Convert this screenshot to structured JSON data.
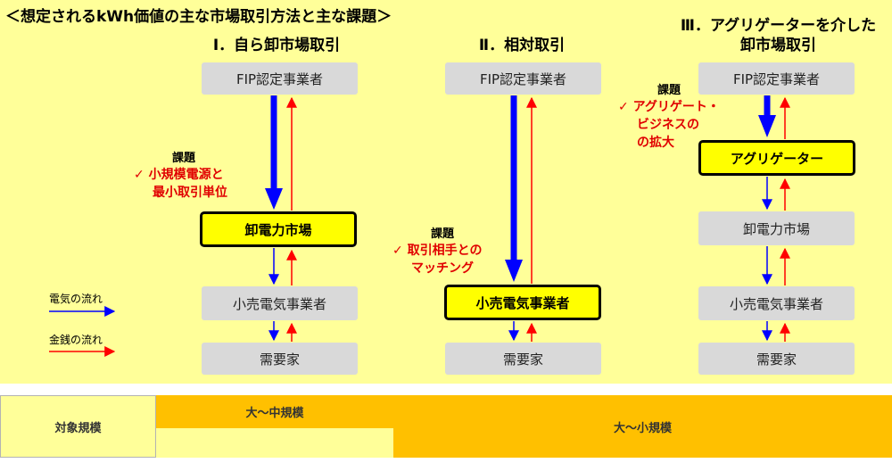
{
  "title": "＜想定されるkWh価値の主な市場取引方法と主な課題＞",
  "columns": [
    {
      "header_lines": [
        "Ⅰ．自ら卸市場取引"
      ],
      "boxes": [
        "FIP認定事業者",
        "卸電力市場",
        "小売電気事業者",
        "需要家"
      ],
      "issue_title": "課題",
      "issue_lines": [
        "✓ 小規模電源と",
        "最小取引単位"
      ]
    },
    {
      "header_lines": [
        "Ⅱ．相対取引"
      ],
      "boxes": [
        "FIP認定事業者",
        "小売電気事業者",
        "需要家"
      ],
      "issue_title": "課題",
      "issue_lines": [
        "✓ 取引相手との",
        "マッチング"
      ]
    },
    {
      "header_lines": [
        "Ⅲ．アグリゲーターを介した",
        "卸市場取引"
      ],
      "boxes": [
        "FIP認定事業者",
        "アグリゲーター",
        "卸電力市場",
        "小売電気事業者",
        "需要家"
      ],
      "issue_title": "課題",
      "issue_lines": [
        "✓ アグリゲート・",
        "ビジネスの",
        "の拡大"
      ]
    }
  ],
  "legend": {
    "electricity": "電気の流れ",
    "money": "金銭の流れ",
    "electricity_color": "#0000ff",
    "money_color": "#ff0000"
  },
  "scale": {
    "label": "対象規模",
    "large_to_medium": "大～中規模",
    "large_to_small": "大～小規模",
    "bar_color": "#ffc000",
    "pale_color": "#ffff99"
  }
}
